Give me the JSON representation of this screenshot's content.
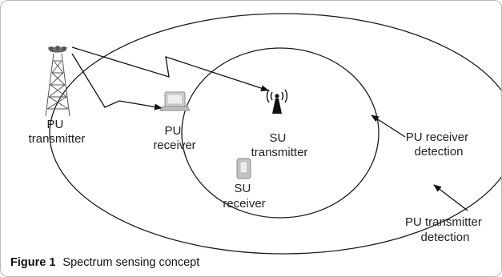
{
  "labels": {
    "pu_transmitter": [
      "PU",
      "transmitter"
    ],
    "pu_receiver": [
      "PU",
      "receiver"
    ],
    "su_transmitter": [
      "SU",
      "transmitter"
    ],
    "su_receiver": [
      "SU",
      "receiver"
    ],
    "pu_receiver_detection": [
      "PU receiver",
      "detection"
    ],
    "pu_transmitter_detection": [
      "PU transmitter",
      "detection"
    ]
  },
  "caption": {
    "number": "Figure 1",
    "text": "Spectrum sensing concept"
  },
  "icons": {
    "pu_transmitter": "lattice-tower-icon",
    "pu_receiver": "laptop-icon",
    "su_transmitter": "antenna-tower-icon",
    "su_receiver": "phone-icon"
  }
}
